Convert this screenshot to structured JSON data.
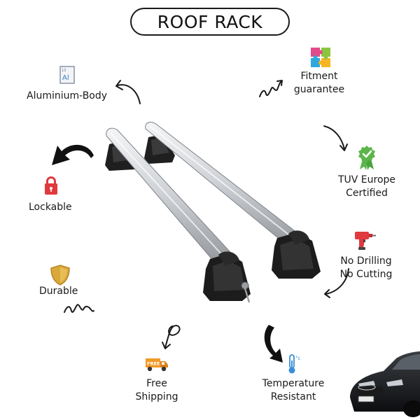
{
  "title": "ROOF RACK",
  "features": {
    "aluminium": {
      "label": "Aluminium-Body",
      "icon": "aluminium-element-icon",
      "icon_text": "Al",
      "icon_small_text": "13"
    },
    "fitment": {
      "line1": "Fitment",
      "line2": "guarantee",
      "icon": "puzzle-icon"
    },
    "lockable": {
      "label": "Lockable",
      "icon": "padlock-icon"
    },
    "tuv": {
      "line1": "TUV Europe",
      "line2": "Certified",
      "icon": "certified-badge-icon"
    },
    "no_drilling": {
      "line1": "No Drilling",
      "line2": "No Cutting",
      "icon": "drill-icon"
    },
    "durable": {
      "label": "Durable",
      "icon": "shield-icon"
    },
    "shipping": {
      "line1": "Free",
      "line2": "Shipping",
      "icon": "delivery-truck-icon",
      "badge_text": "FREE"
    },
    "temperature": {
      "line1": "Temperature",
      "line2": "Resistant",
      "icon": "thermometer-icon",
      "unit_text": "°c"
    }
  },
  "colors": {
    "text": "#1a1a1a",
    "lock_red": "#e0393e",
    "badge_green": "#5bb54a",
    "shield_gold": "#d9a83a",
    "drill_red": "#e0393e",
    "truck_orange": "#f29a26",
    "thermo_blue": "#3a8fd6",
    "bar_silver": "#c9ccd0",
    "foot_black": "#1e1e1e"
  }
}
